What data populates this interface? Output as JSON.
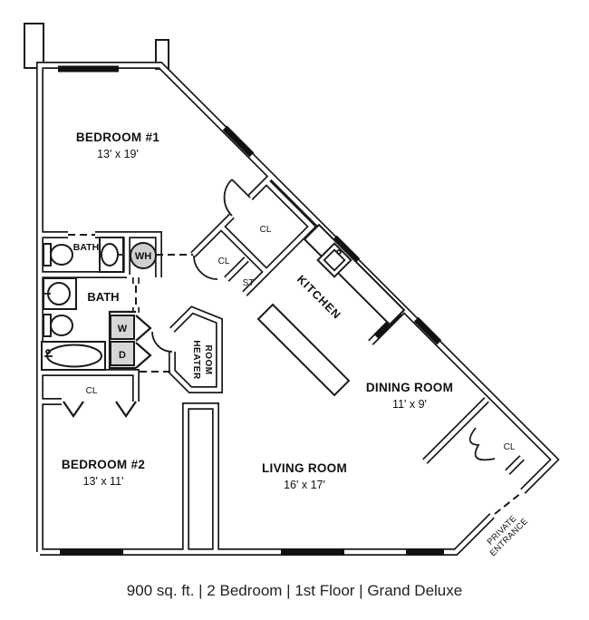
{
  "floor_plan": {
    "rooms": {
      "bedroom1": {
        "name": "BEDROOM #1",
        "dims": "13' x 19'"
      },
      "bedroom2": {
        "name": "BEDROOM #2",
        "dims": "13' x 11'"
      },
      "living": {
        "name": "LIVING ROOM",
        "dims": "16' x 17'"
      },
      "dining": {
        "name": "DINING ROOM",
        "dims": "11' x 9'"
      },
      "kitchen": {
        "name": "KITCHEN"
      },
      "heater": {
        "line1": "HEATER",
        "line2": "ROOM"
      }
    },
    "labels": {
      "bath_upper": "BATH",
      "bath_lower": "BATH",
      "closet_bedroom1": "CL",
      "closet_hall": "CL",
      "storage": "ST",
      "closet_bedroom2": "CL",
      "closet_entry": "CL",
      "water_heater": "WH",
      "washer": "W",
      "dryer": "D",
      "private_entrance_line1": "PRIVATE",
      "private_entrance_line2": "ENTRANCE"
    },
    "caption": "900 sq. ft. | 2 Bedroom | 1st Floor | Grand Deluxe",
    "colors": {
      "wall": "#1a1a1a",
      "background": "#ffffff",
      "appliance_fill": "#d6d6d6",
      "water_heater_fill": "#cfcfcf"
    }
  }
}
